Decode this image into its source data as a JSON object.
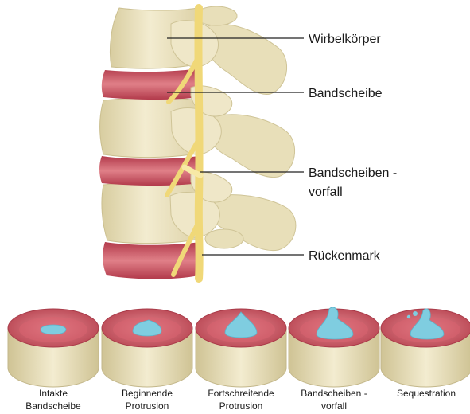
{
  "labels": {
    "vertebral_body": "Wirbelkörper",
    "disc": "Bandscheibe",
    "prolapse_line1": "Bandscheiben -",
    "prolapse_line2": "vorfall",
    "spinal_cord": "Rückenmark"
  },
  "stages": [
    {
      "line1": "Intakte",
      "line2": "Bandscheibe"
    },
    {
      "line1": "Beginnende",
      "line2": "Protrusion"
    },
    {
      "line1": "Fortschreitende",
      "line2": "Protrusion"
    },
    {
      "line1": "Bandscheiben -",
      "line2": "vorfall"
    },
    {
      "line1": "Sequestration",
      "line2": ""
    }
  ],
  "colors": {
    "bone": "#eee6c4",
    "bone_shade": "#d3c99a",
    "disc_red": "#c64b5a",
    "disc_light": "#e07f86",
    "nerve": "#f2de8a",
    "gel": "#7fcde0",
    "line": "#222222"
  }
}
